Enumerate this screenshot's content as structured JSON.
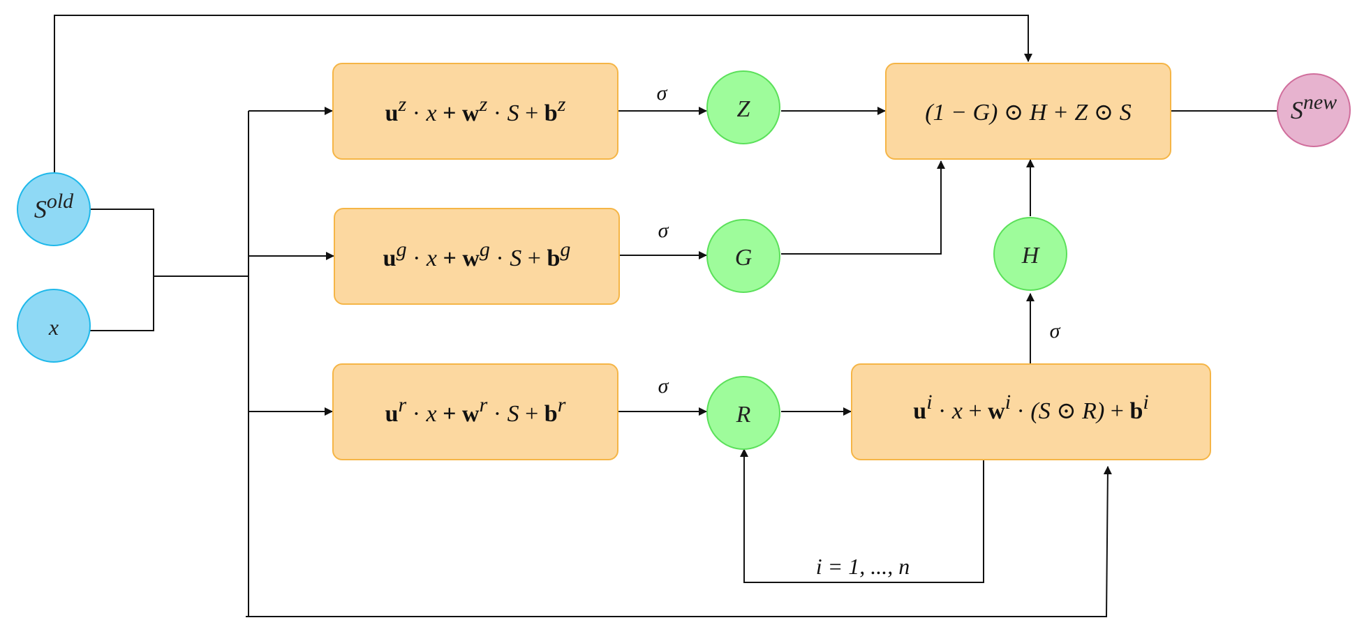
{
  "nodes": {
    "s_old": {
      "base": "S",
      "sup": "old"
    },
    "x": {
      "label": "x"
    },
    "z": {
      "label": "Z"
    },
    "g": {
      "label": "G"
    },
    "r": {
      "label": "R"
    },
    "h": {
      "label": "H"
    },
    "s_new": {
      "base": "S",
      "sup": "new"
    }
  },
  "equations": {
    "z": {
      "u": "u",
      "gate": "z",
      "x": "x",
      "w": "w",
      "s": "S",
      "b": "b"
    },
    "g": {
      "u": "u",
      "gate": "g",
      "x": "x",
      "w": "w",
      "s": "S",
      "b": "b"
    },
    "r": {
      "u": "u",
      "gate": "r",
      "x": "x",
      "w": "w",
      "s": "S",
      "b": "b"
    },
    "i": {
      "u": "u",
      "gate": "i",
      "x": "x",
      "w": "w",
      "inner": "(S ⊙ R)",
      "b": "b"
    },
    "out": "(1 − G) ⊙ H + Z ⊙ S"
  },
  "labels": {
    "sigma": "σ",
    "loop": "i = 1, ..., n"
  },
  "colors": {
    "input_fill": "#8fd9f5",
    "input_stroke": "#1eb8ea",
    "gate_fill": "#9efc9b",
    "gate_stroke": "#5be05a",
    "box_fill": "#fcd8a0",
    "box_stroke": "#f5b546",
    "out_fill": "#e7b3cf",
    "out_stroke": "#d06e9c"
  }
}
